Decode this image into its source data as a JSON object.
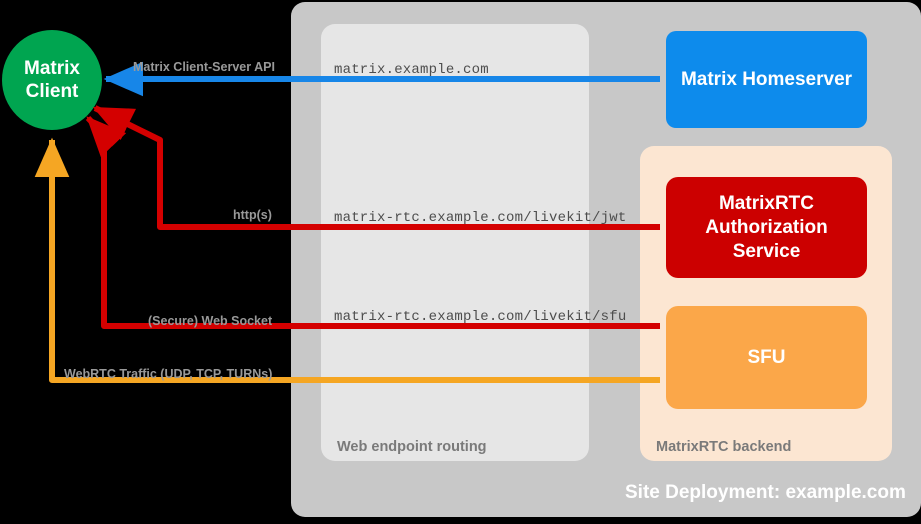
{
  "diagram": {
    "title_label": "Site Deployment: example.com",
    "colors": {
      "background": "#000000",
      "site_panel": "#c8c8c8",
      "routing_panel": "#e6e6e6",
      "backend_panel": "#fce6d2",
      "client": "#00a550",
      "homeserver": "#0d8bec",
      "auth_service": "#cc0000",
      "sfu": "#f9a council",
      "sfu_fill": "#fba749",
      "red_arrow": "#d40000",
      "orange_arrow": "#f5a623",
      "blue_arrow": "#1786e8",
      "endpoint_text": "#4d4d4d",
      "arrow_label_text": "#999999",
      "panel_label_text": "#7a7a7a"
    }
  },
  "nodes": {
    "client": {
      "label": "Matrix\nClient",
      "line1": "Matrix",
      "line2": "Client"
    },
    "homeserver": {
      "label": "Matrix Homeserver"
    },
    "auth_service": {
      "line1": "MatrixRTC",
      "line2": "Authorization",
      "line3": "Service"
    },
    "sfu": {
      "label": "SFU"
    }
  },
  "panels": {
    "site_deployment": {
      "label": "Site Deployment: example.com"
    },
    "web_endpoint_routing": {
      "label": "Web endpoint routing"
    },
    "matrixrtc_backend": {
      "label": "MatrixRTC backend"
    }
  },
  "connections": [
    {
      "id": "client-server-api",
      "protocol_label": "Matrix Client-Server API",
      "endpoint_label": "matrix.example.com",
      "color": "#1786e8",
      "direction": "homeserver-to-client"
    },
    {
      "id": "livekit-jwt",
      "protocol_label": "http(s)",
      "endpoint_label": "matrix-rtc.example.com/livekit/jwt",
      "color": "#d40000",
      "direction": "auth-service-to-client"
    },
    {
      "id": "livekit-sfu",
      "protocol_label": "(Secure) Web Socket",
      "endpoint_label": "matrix-rtc.example.com/livekit/sfu",
      "color": "#d40000",
      "direction": "sfu-to-client"
    },
    {
      "id": "webrtc-traffic",
      "protocol_label": "WebRTC Traffic (UDP, TCP, TURNs)",
      "endpoint_label": "",
      "color": "#f5a623",
      "direction": "sfu-to-client"
    }
  ]
}
